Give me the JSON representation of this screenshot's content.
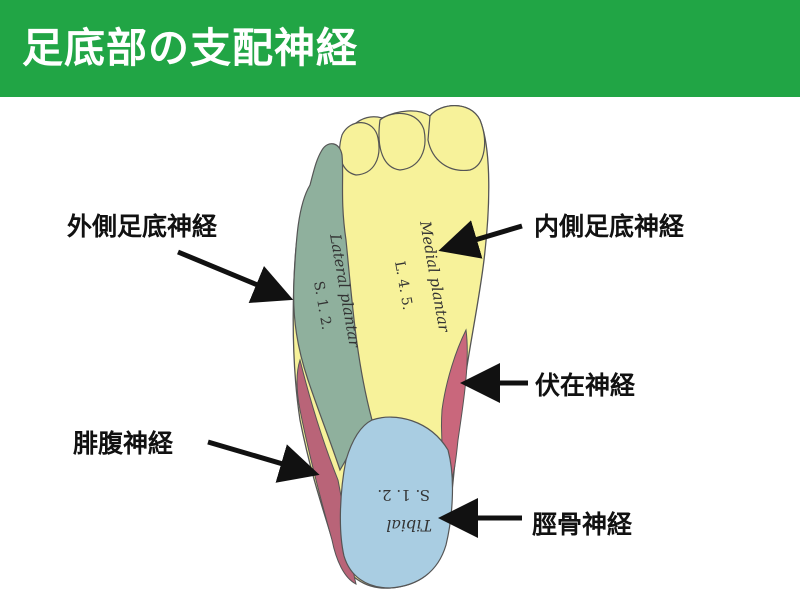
{
  "title": "足底部の支配神経",
  "labels": {
    "lateral": "外側足底神経",
    "medial": "内側足底神経",
    "saphenous": "伏在神経",
    "sural": "腓腹神経",
    "tibial": "脛骨神経"
  },
  "foot_text": {
    "lateral_name": "Lateral plantar",
    "lateral_code": "S. 1. 2.",
    "medial_name": "Medial plantar",
    "medial_code": "L. 4. 5.",
    "tibial_name": "Tibial",
    "tibial_code": "S. 1. 2."
  },
  "colors": {
    "header": "#21a545",
    "medial_region": "#f7f29a",
    "lateral_region": "#8fb09d",
    "tibial_region": "#a9cde2",
    "saphenous_region": "#c9677c",
    "sural_region": "#b96478"
  }
}
